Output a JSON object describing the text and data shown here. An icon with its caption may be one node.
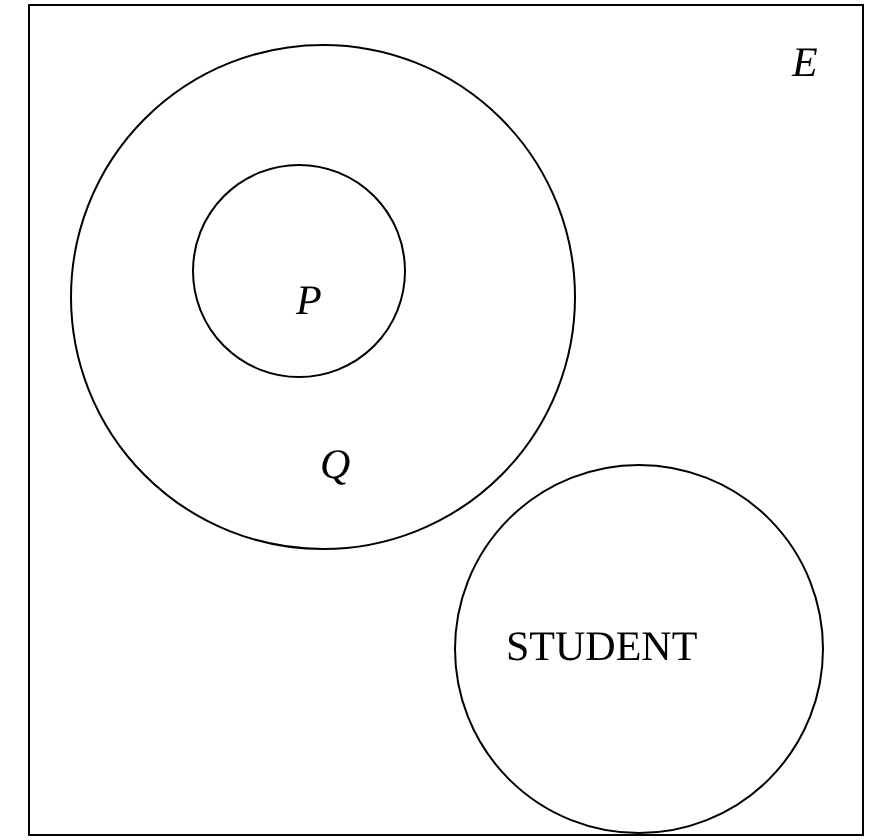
{
  "diagram": {
    "nodes": [
      {
        "text": [
          "E"
        ]
      },
      {
        "text": [
          "Q"
        ],
        "in": 0
      },
      {
        "text": [
          "P"
        ],
        "in": 1
      },
      {
        "text": [
          "STUDENT"
        ],
        "in": 0
      }
    ]
  }
}
